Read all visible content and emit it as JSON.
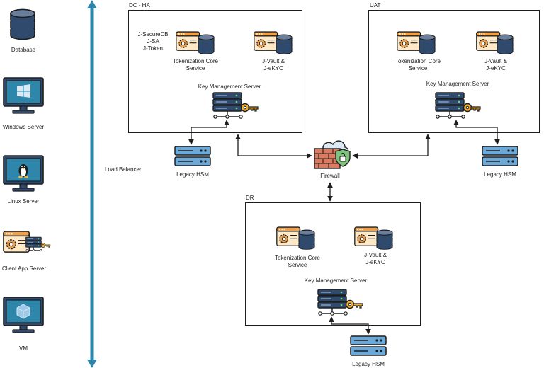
{
  "legend": {
    "database": "Database",
    "windows_server": "Windows Server",
    "linux_server": "Linux Server",
    "client_app_server": "Client App Server",
    "vm": "VM"
  },
  "load_balancer": "Load Balancer",
  "firewall": "Firewall",
  "zones": {
    "dc": {
      "title": "DC - HA",
      "modules": "J-SecureDB\nJ-SA\nJ-Token",
      "tokenization": "Tokenization Core\nService",
      "vault": "J-Vault &\nJ-eKYC",
      "kms": "Key Management Server",
      "hsm": "Legacy HSM"
    },
    "uat": {
      "title": "UAT",
      "tokenization": "Tokenization Core\nService",
      "vault": "J-Vault &\nJ-eKYC",
      "kms": "Key Management Server",
      "hsm": "Legacy HSM"
    },
    "dr": {
      "title": "DR",
      "tokenization": "Tokenization Core\nService",
      "vault": "J-Vault &\nJ-eKYC",
      "kms": "Key Management Server",
      "hsm": "Legacy HSM"
    }
  },
  "colors": {
    "navy": "#2f4a6d",
    "orange": "#f0a14a",
    "teal": "#2e86ab",
    "lightblue": "#6ba9d8",
    "brick": "#e07a5f",
    "green": "#7cc47c",
    "yellow": "#f2b134"
  }
}
